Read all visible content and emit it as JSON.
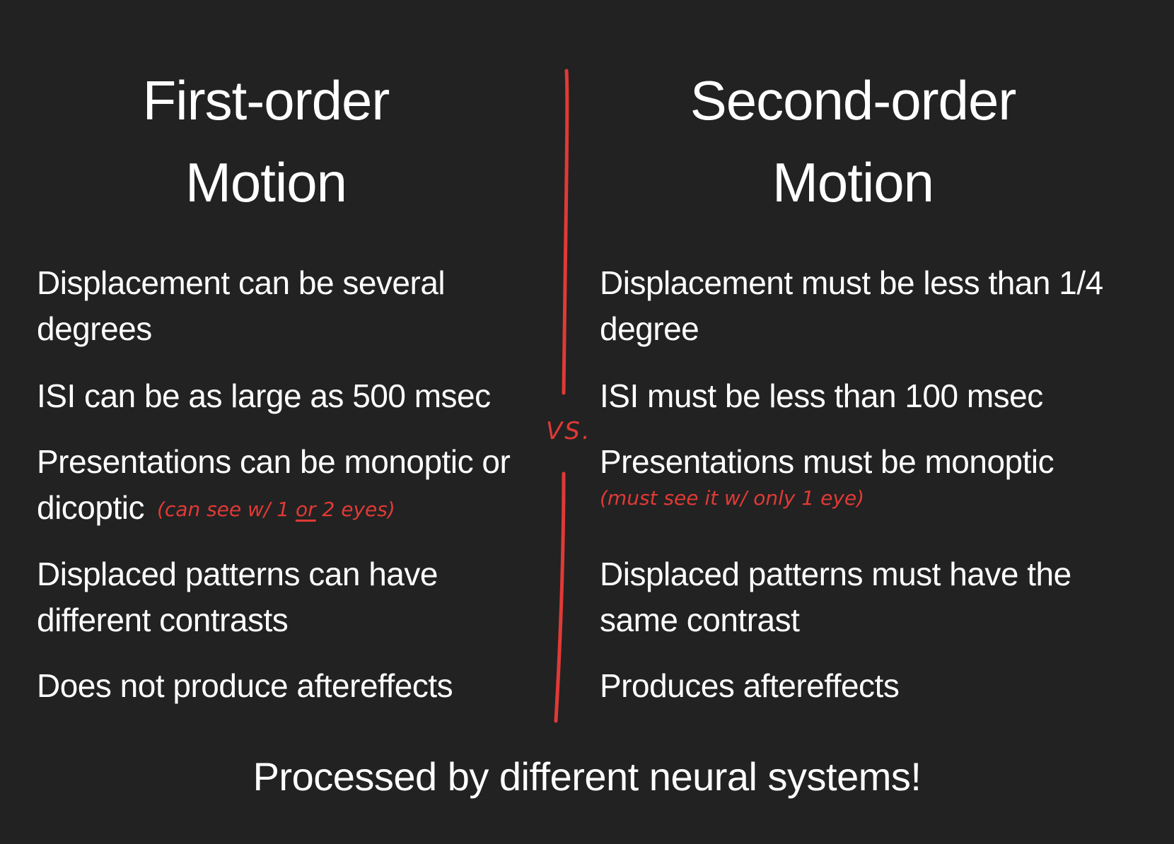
{
  "slide": {
    "background_color": "#222222",
    "text_color": "#ffffff",
    "annotation_color": "#e03a36"
  },
  "left": {
    "title_line1": "First-order",
    "title_line2": "Motion",
    "items": [
      {
        "line1": "Displacement can be several",
        "line2": "degrees"
      },
      {
        "line1": "ISI can be as large as 500 msec"
      },
      {
        "line1": "Presentations can be monoptic or",
        "line2": "dicoptic"
      },
      {
        "line1": "Displaced patterns can have",
        "line2": "different contrasts"
      },
      {
        "line1": "Does not produce aftereffects"
      }
    ],
    "annotation": {
      "pre": "(can see w/ 1 ",
      "underlined": "or",
      "post": " 2 eyes)"
    }
  },
  "right": {
    "title_line1": "Second-order",
    "title_line2": "Motion",
    "items": [
      {
        "line1": "Displacement must be less than 1/4",
        "line2": "degree"
      },
      {
        "line1": "ISI must be less than 100 msec"
      },
      {
        "line1": "Presentations must be monoptic"
      },
      {
        "line1": "Displaced patterns must have the",
        "line2": "same contrast"
      },
      {
        "line1": "Produces aftereffects"
      }
    ],
    "annotation": "(must see it w/ only 1 eye)"
  },
  "divider": {
    "label": "VS."
  },
  "footer": {
    "text": "Processed by different neural systems!"
  }
}
